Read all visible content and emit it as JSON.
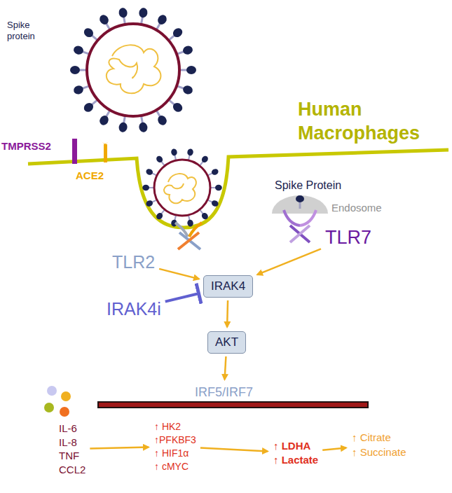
{
  "diagram": {
    "title": "Human Macrophages",
    "nodes": [
      {
        "text": [
          "TLR2"
        ]
      },
      {
        "text": [
          "TLR7"
        ]
      },
      {
        "text": [
          "IRAK4i"
        ]
      },
      {
        "text": [
          "IRAK4"
        ]
      },
      {
        "text": [
          "AKT"
        ]
      },
      {
        "text": [
          "IRF5/IRF7"
        ]
      },
      {
        "text": [
          "IL-6",
          "IL-8",
          "TNF",
          "CCL2"
        ]
      },
      {
        "text": [
          "↑ HK2",
          "↑PFKBF3",
          "↑ HIF1α",
          "↑ cMYC"
        ]
      },
      {
        "text": [
          "↑ LDHA",
          "↑ Lactate"
        ]
      },
      {
        "text": [
          "↑ Citrate",
          "↑ Succinate"
        ]
      }
    ],
    "edges": [
      {
        "from": 0,
        "to": 3,
        "arrow": "to"
      },
      {
        "from": 1,
        "to": 3,
        "arrow": "to"
      },
      {
        "from": 2,
        "to": 3,
        "arrow": "to"
      },
      {
        "from": 3,
        "to": 4,
        "arrow": "to"
      },
      {
        "from": 4,
        "to": 5,
        "arrow": "to"
      },
      {
        "from": 6,
        "to": 7,
        "arrow": "to"
      },
      {
        "from": 7,
        "to": 8,
        "arrow": "to"
      },
      {
        "from": 8,
        "to": 9,
        "arrow": "to"
      }
    ],
    "labels": [
      "Spike protein",
      "TMPRSS2",
      "ACE2",
      "Spike Protein",
      "Endosome"
    ]
  }
}
